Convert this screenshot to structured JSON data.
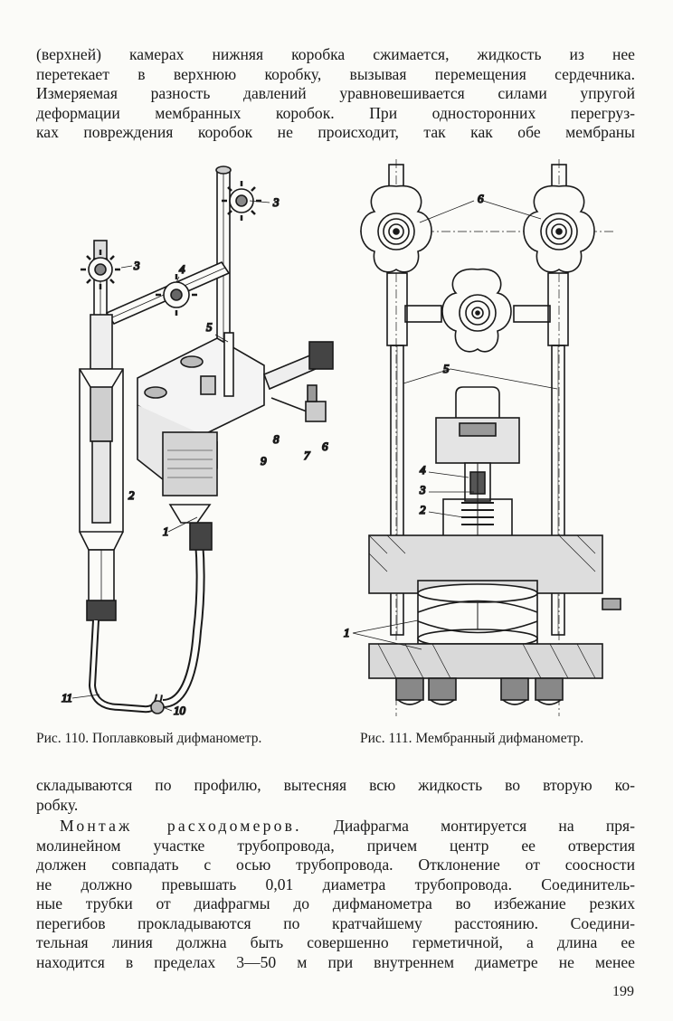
{
  "page": {
    "top_paragraph": [
      "(верхней) камерах нижняя коробка сжимается, жидкость из нее",
      "перетекает в верхнюю коробку, вызывая перемещения сердечника.",
      "Измеряемая разность давлений уравновешивается силами упругой",
      "деформации мембранных коробок. При односторонних перегруз-",
      "ках повреждения коробок не происходит, так как обе мембраны"
    ],
    "figure_110": {
      "caption": "Рис. 110. Поплавковый дифманометр.",
      "labels": [
        "3",
        "3",
        "4",
        "5",
        "2",
        "8",
        "7",
        "6",
        "9",
        "1",
        "11",
        "10"
      ]
    },
    "figure_111": {
      "caption": "Рис. 111. Мембранный дифманометр.",
      "labels": [
        "6",
        "5",
        "4",
        "3",
        "2",
        "1"
      ]
    },
    "middle_paragraph": [
      "складываются по профилю, вытесняя всю жидкость во вторую ко-",
      "робку."
    ],
    "mounting_paragraph": {
      "heading": "Монтаж расходомеров.",
      "first_line_rest": "Диафрагма монтируется на пря-",
      "lines": [
        "молинейном участке трубопровода, причем центр ее отверстия",
        "должен совпадать с осью трубопровода. Отклонение от соосности",
        "не должно превышать 0,01 диаметра трубопровода. Соединитель-",
        "ные трубки от диафрагмы до дифманометра во избежание резких",
        "перегибов прокладываются по кратчайшему расстоянию. Соедини-",
        "тельная линия должна быть совершенно герметичной, а длина ее",
        "находится в пределах 3—50 м при внутреннем диаметре не менее"
      ]
    },
    "page_number": "199"
  }
}
